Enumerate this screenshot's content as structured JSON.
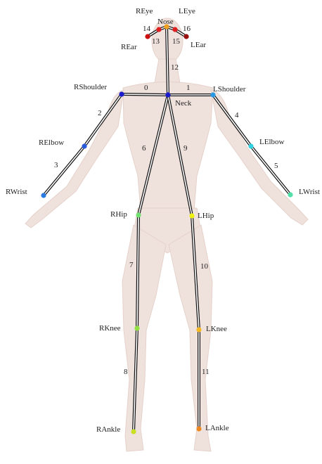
{
  "keypoints": [
    {
      "id": "nose",
      "label": "Nose",
      "color": "#f0a020"
    },
    {
      "id": "neck",
      "label": "Neck",
      "color": "#1a1acc"
    },
    {
      "id": "rshoulder",
      "label": "RShoulder",
      "color": "#1a1acc"
    },
    {
      "id": "relbow",
      "label": "RElbow",
      "color": "#2a5ad8"
    },
    {
      "id": "rwrist",
      "label": "RWrist",
      "color": "#2a7ae0"
    },
    {
      "id": "lshoulder",
      "label": "LShoulder",
      "color": "#2a9ae6"
    },
    {
      "id": "lelbow",
      "label": "LElbow",
      "color": "#30d0e0"
    },
    {
      "id": "lwrist",
      "label": "LWrist",
      "color": "#50e0a8"
    },
    {
      "id": "rhip",
      "label": "RHip",
      "color": "#70e070"
    },
    {
      "id": "rknee",
      "label": "RKnee",
      "color": "#90e040"
    },
    {
      "id": "rankle",
      "label": "RAnkle",
      "color": "#c8e020"
    },
    {
      "id": "lhip",
      "label": "LHip",
      "color": "#f0f010"
    },
    {
      "id": "lknee",
      "label": "LKnee",
      "color": "#f8b820"
    },
    {
      "id": "lankle",
      "label": "LAnkle",
      "color": "#f08820"
    },
    {
      "id": "reye",
      "label": "REye",
      "color": "#e02020"
    },
    {
      "id": "leye",
      "label": "LEye",
      "color": "#e02020"
    },
    {
      "id": "rear",
      "label": "REar",
      "color": "#cc1010"
    },
    {
      "id": "lear",
      "label": "LEar",
      "color": "#991010"
    }
  ],
  "limbs": [
    {
      "index": "0",
      "from": "neck",
      "to": "rshoulder"
    },
    {
      "index": "1",
      "from": "neck",
      "to": "lshoulder"
    },
    {
      "index": "2",
      "from": "rshoulder",
      "to": "relbow"
    },
    {
      "index": "3",
      "from": "relbow",
      "to": "rwrist"
    },
    {
      "index": "4",
      "from": "lshoulder",
      "to": "lelbow"
    },
    {
      "index": "5",
      "from": "lelbow",
      "to": "lwrist"
    },
    {
      "index": "6",
      "from": "neck",
      "to": "rhip"
    },
    {
      "index": "7",
      "from": "rhip",
      "to": "rknee"
    },
    {
      "index": "8",
      "from": "rknee",
      "to": "rankle"
    },
    {
      "index": "9",
      "from": "neck",
      "to": "lhip"
    },
    {
      "index": "10",
      "from": "lhip",
      "to": "lknee"
    },
    {
      "index": "11",
      "from": "lknee",
      "to": "lankle"
    },
    {
      "index": "12",
      "from": "neck",
      "to": "nose"
    },
    {
      "index": "13",
      "from": "nose",
      "to": "reye"
    },
    {
      "index": "14",
      "from": "reye",
      "to": "rear"
    },
    {
      "index": "15",
      "from": "nose",
      "to": "leye"
    },
    {
      "index": "16",
      "from": "leye",
      "to": "lear"
    }
  ],
  "colors": {
    "body_fill": "#efe1dc",
    "body_shade": "#e6d2cb",
    "bone_outer": "#111111",
    "bone_inner": "#ffffff"
  }
}
